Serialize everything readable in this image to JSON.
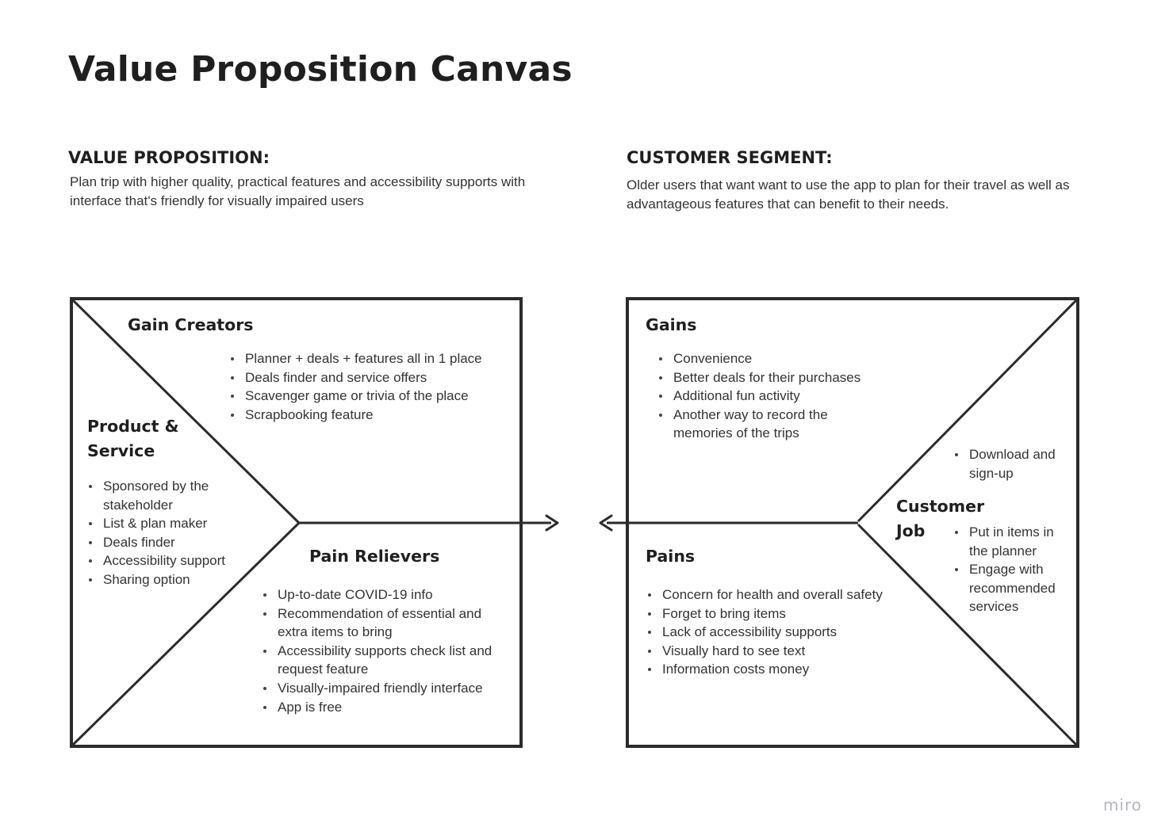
{
  "title": "Value Proposition Canvas",
  "value_proposition": {
    "heading": "VALUE PROPOSITION:",
    "text": "Plan trip with higher quality, practical features and accessibility supports with interface that's friendly for visually impaired users"
  },
  "customer_segment": {
    "heading": "CUSTOMER SEGMENT:",
    "text": "Older users that want want to use the app to plan for their travel as well as advantageous features that can benefit to their needs."
  },
  "gain_creators": {
    "title": "Gain Creators",
    "items": [
      "Planner + deals + features all in 1 place",
      "Deals finder and service offers",
      "Scavenger game or trivia of the place",
      "Scrapbooking feature"
    ]
  },
  "product_service": {
    "title_line1": "Product &",
    "title_line2": "Service",
    "items": [
      "Sponsored by the stakeholder",
      "List & plan maker",
      "Deals finder",
      "Accessibility support",
      "Sharing option"
    ]
  },
  "pain_relievers": {
    "title": "Pain Relievers",
    "items": [
      "Up-to-date COVID-19 info",
      "Recommendation of essential and extra items to bring",
      "Accessibility supports check list and request feature",
      "Visually-impaired friendly interface",
      "App is free"
    ]
  },
  "gains": {
    "title": "Gains",
    "items": [
      "Convenience",
      "Better deals for their purchases",
      "Additional fun activity",
      "Another way to record the memories of the trips"
    ]
  },
  "pains": {
    "title": "Pains",
    "items": [
      "Concern for health and overall safety",
      "Forget to bring items",
      "Lack of accessibility supports",
      "Visually hard to see text",
      "Information costs money"
    ]
  },
  "customer_job": {
    "title_line1": "Customer",
    "title_line2": "Job",
    "items_top": [
      "Download and sign-up"
    ],
    "items_bottom": [
      "Put in items in the planner",
      "Engage with recommended services"
    ]
  },
  "watermark": "miro",
  "colors": {
    "stroke": "#2b2b2b",
    "text": "#1f1f1f",
    "watermark": "#b5b7bf"
  }
}
